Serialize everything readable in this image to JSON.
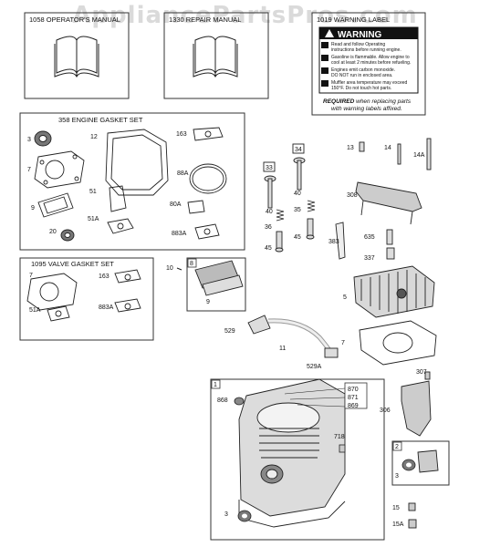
{
  "watermark": "AppliancePartsPros.com",
  "boxes": {
    "operators_manual": "1058 OPERATOR'S MANUAL",
    "repair_manual": "1330 REPAIR MANUAL",
    "warning_label": "1019 WARNING LABEL",
    "engine_gasket_set": "358 ENGINE GASKET SET",
    "valve_gasket_set": "1095 VALVE GASKET SET"
  },
  "warning": {
    "heading": "WARNING",
    "lines": [
      "Read and follow Operating",
      "instructions before running engine.",
      "Gasoline is flammable. Allow engine to",
      "cool at least 2 minutes before refueling.",
      "Engines emit carbon monoxide.",
      "DO NOT run in enclosed area.",
      "Muffler area temperature may exceed",
      "150°F.  Do not touch hot parts."
    ],
    "required_bold": "REQUIRED",
    "required_rest": " when replacing parts",
    "required_line2": "with warning labels affixed."
  },
  "parts": {
    "p3a": "3",
    "p12": "12",
    "p163a": "163",
    "p7a": "7",
    "p88A": "88A",
    "p51": "51",
    "p9": "9",
    "p80A": "80A",
    "p20": "20",
    "p51Aa": "51A",
    "p883Aa": "883A",
    "p7b": "7",
    "p163b": "163",
    "p51Ab": "51A",
    "p883Ab": "883A",
    "p10": "10",
    "p8box": "8",
    "p9b": "9",
    "p33": "33",
    "p34": "34",
    "p40a": "40",
    "p40b": "40",
    "p36": "36",
    "p35": "35",
    "p45a": "45",
    "p45b": "45",
    "p13": "13",
    "p14": "14",
    "p14A": "14A",
    "p308": "308",
    "p383": "383",
    "p635": "635",
    "p337": "337",
    "p5": "5",
    "p529": "529",
    "p11": "11",
    "p529A": "529A",
    "p7c": "7",
    "p1box": "1",
    "p868": "868",
    "p870": "870",
    "p871": "871",
    "p869": "869",
    "p718": "718",
    "p3b": "3",
    "p307": "307",
    "p306": "306",
    "p2box": "2",
    "p3c": "3",
    "p15": "15",
    "p15A": "15A"
  }
}
